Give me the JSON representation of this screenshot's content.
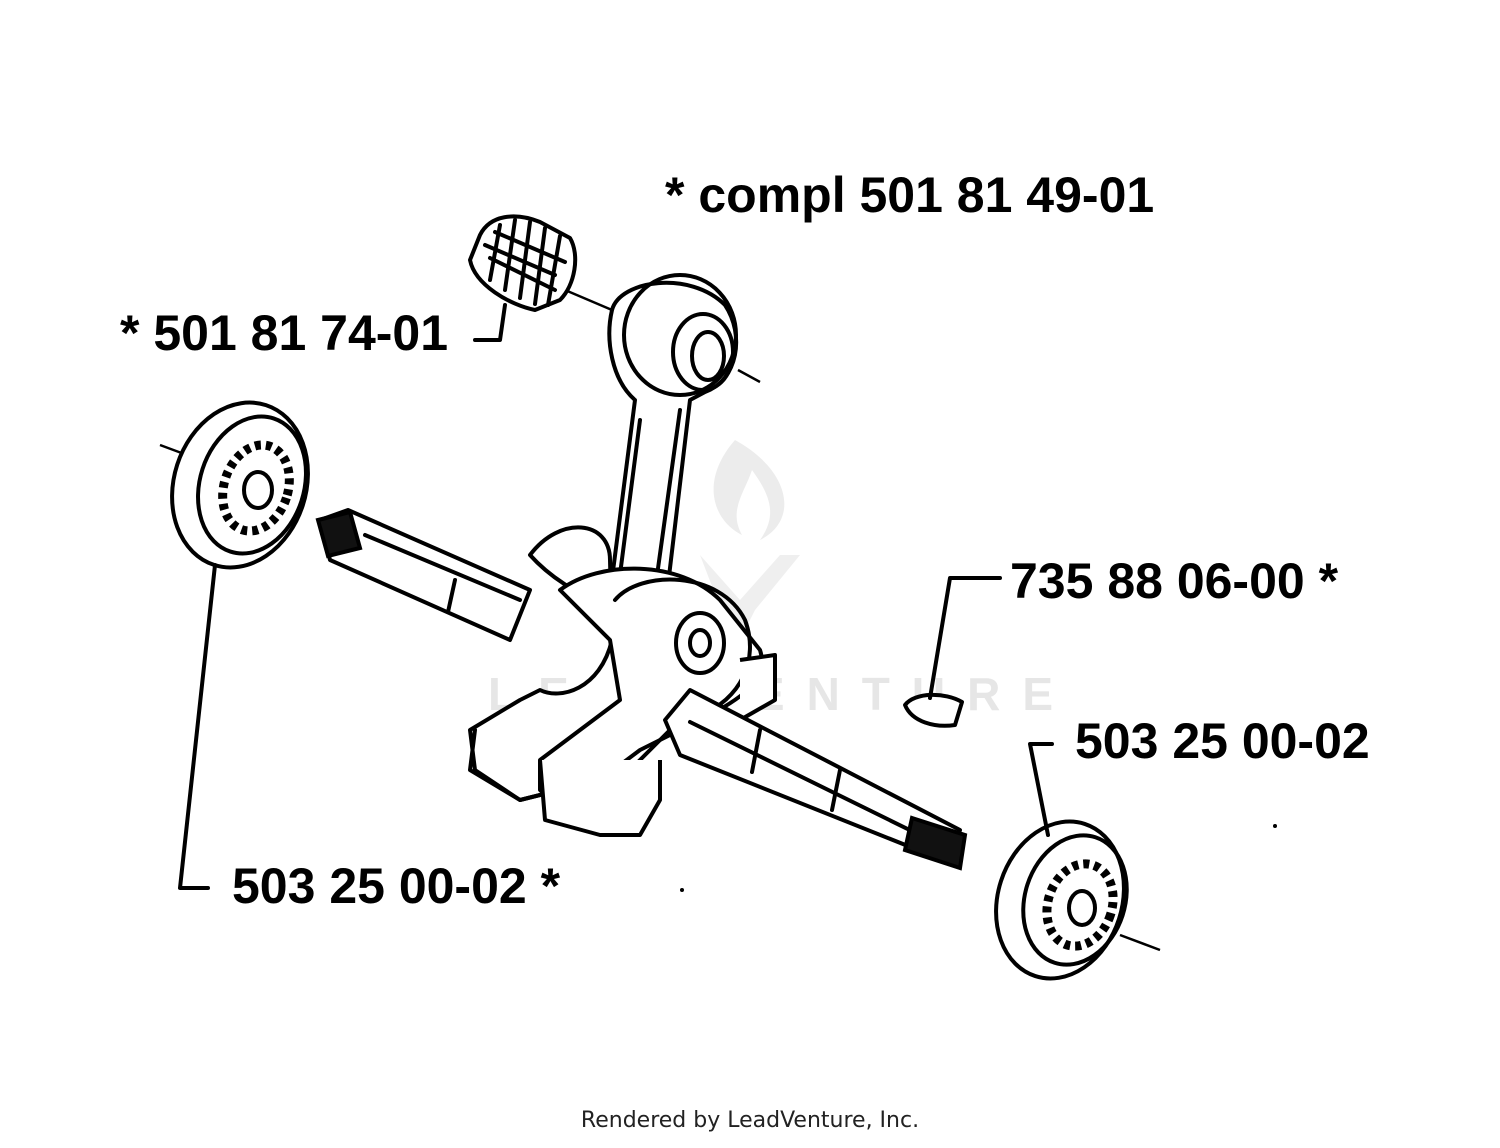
{
  "diagram": {
    "labels": {
      "crankshaft_assembly": "*  compl 501 81 49-01",
      "needle_bearing": "*  501 81 74-01",
      "key": "735 88 06-00  *",
      "bearing_right": "503 25 00-02",
      "bearing_left": "503 25 00-02  *"
    },
    "watermark": "LEADVENTURE"
  },
  "footer": {
    "credit": "Rendered by LeadVenture, Inc."
  }
}
